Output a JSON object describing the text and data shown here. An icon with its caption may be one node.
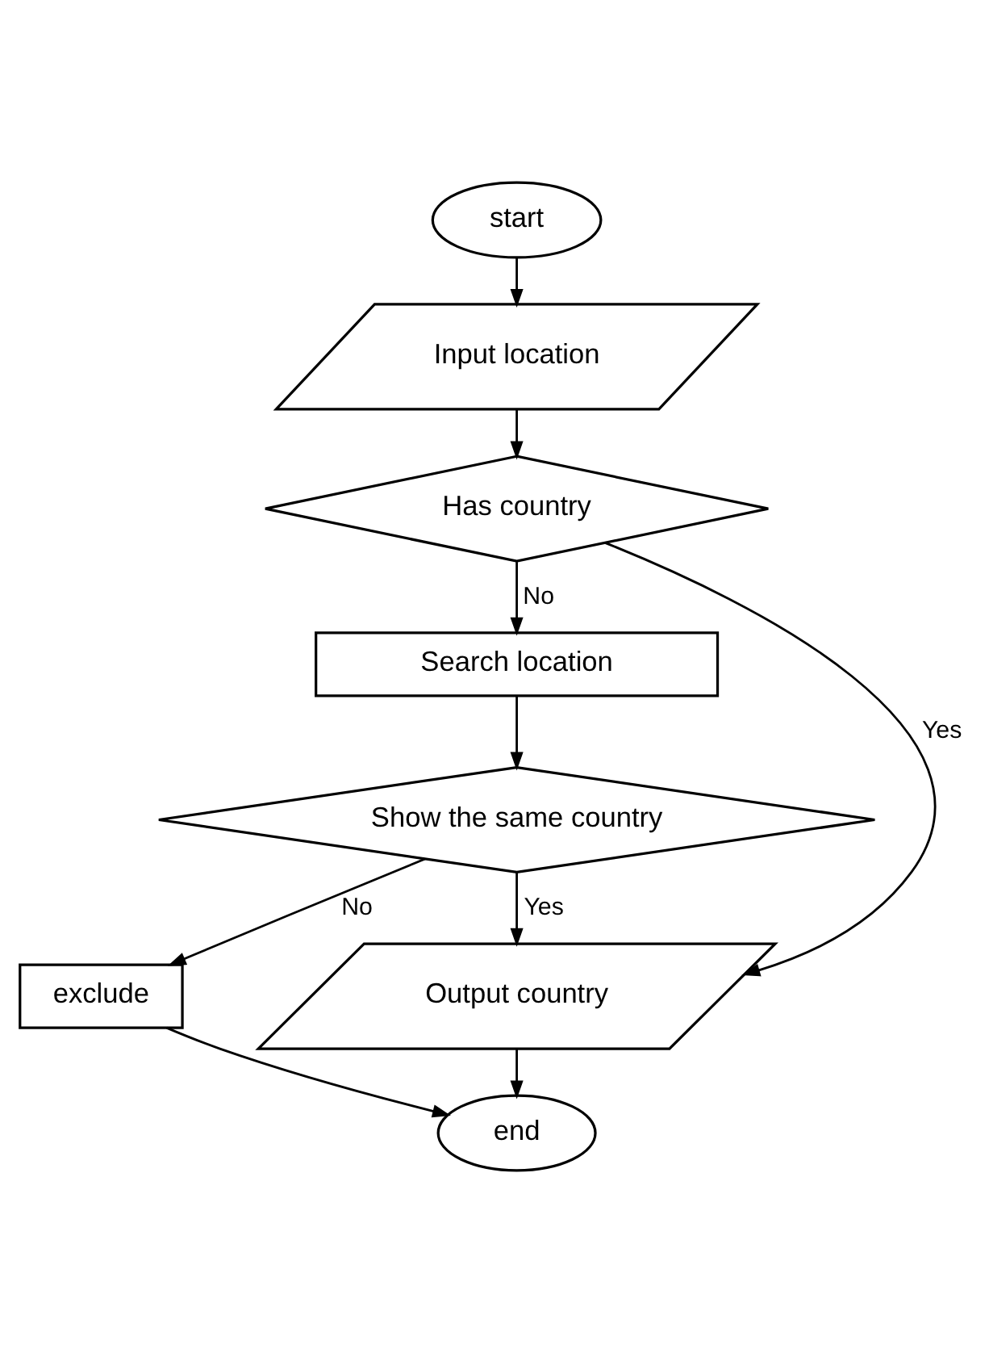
{
  "diagram": {
    "nodes": [
      {
        "text": [
          "start"
        ]
      },
      {
        "text": [
          "Input location"
        ]
      },
      {
        "text": [
          "Has country"
        ]
      },
      {
        "text": [
          "Search location"
        ]
      },
      {
        "text": [
          "Show the same country"
        ]
      },
      {
        "text": [
          "Output country"
        ]
      },
      {
        "text": [
          "exclude"
        ]
      },
      {
        "text": [
          "end"
        ]
      }
    ],
    "edges": [
      {
        "from": 0,
        "to": 1,
        "arrow": "to"
      },
      {
        "from": 1,
        "to": 2,
        "arrow": "to"
      },
      {
        "from": 2,
        "to": 5,
        "arrow": "to",
        "label": "Yes"
      },
      {
        "from": 2,
        "to": 3,
        "arrow": "to",
        "label": "No"
      },
      {
        "from": 3,
        "to": 4,
        "arrow": "to"
      },
      {
        "from": 4,
        "to": 5,
        "arrow": "to",
        "label": "Yes"
      },
      {
        "from": 4,
        "to": 6,
        "arrow": "to",
        "label": "No"
      },
      {
        "from": 5,
        "to": 7,
        "arrow": "to"
      },
      {
        "from": 6,
        "to": 7,
        "arrow": "to"
      }
    ]
  }
}
